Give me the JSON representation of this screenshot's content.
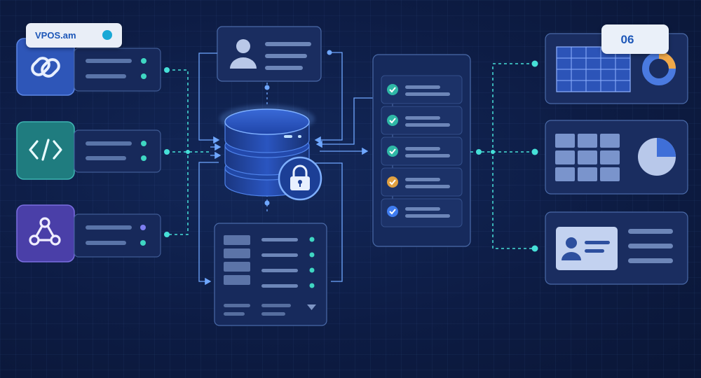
{
  "watermark": {
    "text": "VPOS.am",
    "dot_color": "#19a8d6"
  },
  "slide_number": "06",
  "sources": [
    {
      "icon": "link-icon",
      "color": "#2e56b8",
      "dots": [
        "#3fd6c2",
        "#3fd6c2"
      ]
    },
    {
      "icon": "code-icon",
      "color": "#1f7c7f",
      "dots": [
        "#3fd6c2",
        "#3fd6c2"
      ]
    },
    {
      "icon": "webhook-icon",
      "color": "#4a3fa8",
      "dots": [
        "#7e7ef0",
        "#3fd6c2"
      ]
    }
  ],
  "checklist_status": [
    "done",
    "done",
    "done",
    "pending",
    "done"
  ],
  "colors": {
    "accent": "#46e0d8",
    "connector": "#6fa7ff",
    "card_border": "#4a6aa8",
    "card_fill": "#17295a"
  }
}
